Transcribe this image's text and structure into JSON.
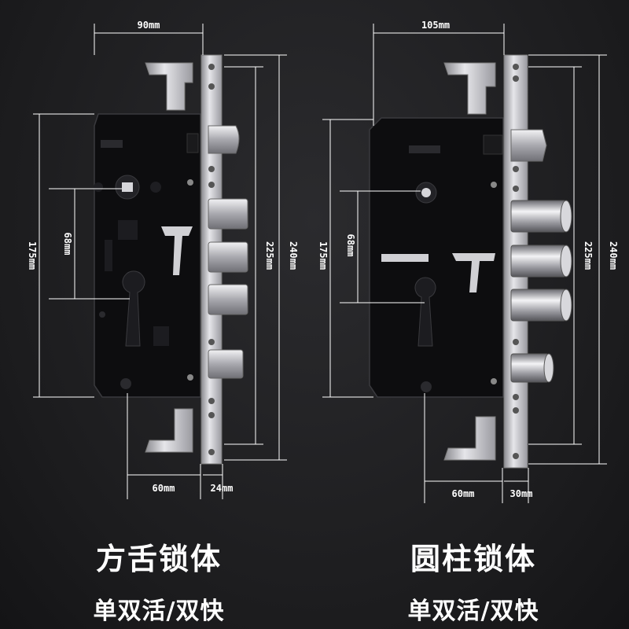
{
  "left_lock": {
    "dims": {
      "width_top": "90mm",
      "height_outer": "175mm",
      "spindle_to_cyl": "68mm",
      "height_225": "225mm",
      "height_240": "240mm",
      "backset": "60mm",
      "faceplate": "24mm"
    },
    "title": "方舌锁体",
    "subtitle": "单双活/双快"
  },
  "right_lock": {
    "dims": {
      "width_top": "105mm",
      "height_outer": "175mm",
      "spindle_to_cyl": "68mm",
      "height_225": "225mm",
      "height_240": "240mm",
      "backset": "60mm",
      "faceplate": "30mm"
    },
    "title": "圆柱锁体",
    "subtitle": "单双活/双快"
  },
  "colors": {
    "background": "#1f1f21",
    "lock_body": "#0d0d0f",
    "steel": "#c8c8cc",
    "dimension_line": "#ffffff"
  }
}
